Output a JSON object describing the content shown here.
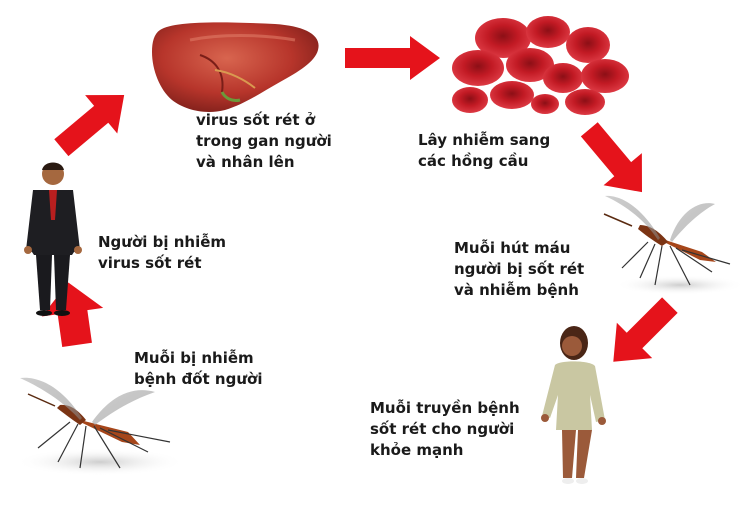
{
  "diagram": {
    "steps": [
      {
        "id": "liver",
        "lines": [
          "virus sốt rét ở",
          "trong gan người",
          "và nhân lên"
        ]
      },
      {
        "id": "blood",
        "lines": [
          "Lây nhiễm sang",
          "các hồng cầu"
        ]
      },
      {
        "id": "mosquito-bite",
        "lines": [
          "Muỗi hút máu",
          "người bị sốt rét",
          "và nhiễm bệnh"
        ]
      },
      {
        "id": "transmit",
        "lines": [
          "Muỗi truyền bệnh",
          "sốt rét cho người",
          "khỏe mạnh"
        ]
      },
      {
        "id": "infected-mosquito",
        "lines": [
          "Muỗi bị nhiễm",
          "bệnh đốt người"
        ]
      },
      {
        "id": "infected-person",
        "lines": [
          "Người bị nhiễm",
          "virus sốt rét"
        ]
      }
    ],
    "colors": {
      "arrow": "#e5131b",
      "liver": "#b7352b",
      "blood_cell": "#c41a24",
      "mosquito_body": "#b4521f",
      "suit": "#1e1e22",
      "woman_top": "#c9c7a2",
      "skin": "#9b5a3a"
    },
    "icons": [
      "liver-illustration",
      "red-blood-cells-illustration",
      "mosquito-illustration",
      "person-illustration",
      "woman-illustration",
      "arrow-icon"
    ]
  }
}
